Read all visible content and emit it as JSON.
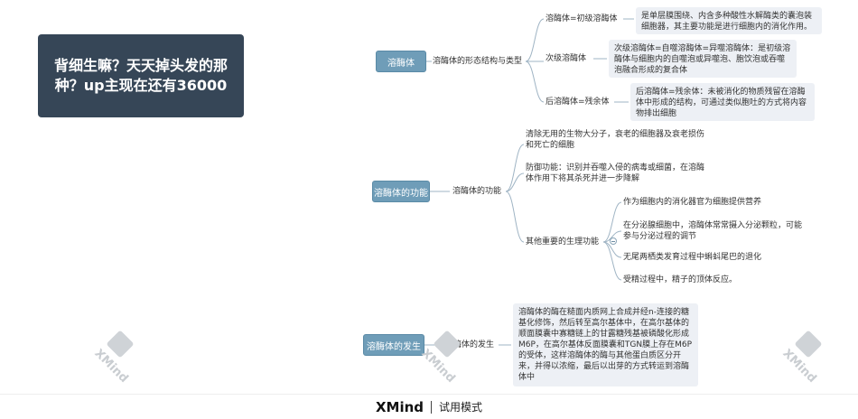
{
  "title": "背细生嘛？天天掉头发的那种？up主现在还有36000",
  "branches": [
    {
      "root": "溶酶体",
      "sub": "溶酶体的形态结构与类型",
      "children": [
        {
          "label": "溶酶体=初级溶酶体",
          "detail": "是单层膜围绕、内含多种酸性水解酶类的囊泡装细胞器，其主要功能是进行细胞内的消化作用。"
        },
        {
          "label": "次级溶酶体",
          "detail": "次级溶酶体=自噬溶酶体=异噬溶酶体：是初级溶酶体与细胞内的自噬泡或异噬泡、胞饮泡或吞噬泡融合形成的复合体"
        },
        {
          "label": "后溶酶体=残余体",
          "detail": "后溶酶体=残余体：未被消化的物质残留在溶酶体中形成的结构，可通过类似胞吐的方式将内容物排出细胞"
        }
      ]
    },
    {
      "root": "溶酶体的功能",
      "sub": "溶酶体的功能",
      "children": [
        {
          "label": "清除无用的生物大分子，衰老的细胞器及衰老损伤和死亡的细胞"
        },
        {
          "label": "防御功能：识别并吞噬入侵的病毒或细菌，在溶酶体作用下将其杀死并进一步降解"
        },
        {
          "label": "其他重要的生理功能",
          "items": [
            "作为细胞内的消化器官为细胞提供营养",
            "在分泌腺细胞中，溶酶体常常摄入分泌颗粒，可能参与分泌过程的调节",
            "无尾两栖类发育过程中蝌蚪尾巴的退化",
            "受精过程中，精子的顶体反应。"
          ]
        }
      ]
    },
    {
      "root": "溶酶体的发生",
      "sub": "溶酶体的发生",
      "detail": "溶酶体的酶在糙面内质网上合成并经n-连接的糖基化修饰，然后转至高尔基体中，在高尔基体的顺面膜囊中寡糖链上的甘露糖残基被磷酸化形成M6P，在高尔基体反面膜囊和TGN膜上存在M6P的受体，这样溶酶体的酶与其他蛋白质区分开来，并得以浓缩，最后以出芽的方式转运到溶酶体中"
    }
  ],
  "watermark": "XMind",
  "footer": {
    "brand": "XMind",
    "mode": "试用模式"
  },
  "colors": {
    "title_bg": "#364657",
    "root_bg": "#6f9db8",
    "box_bg": "#edf0f5",
    "line": "#9fb4c4"
  }
}
